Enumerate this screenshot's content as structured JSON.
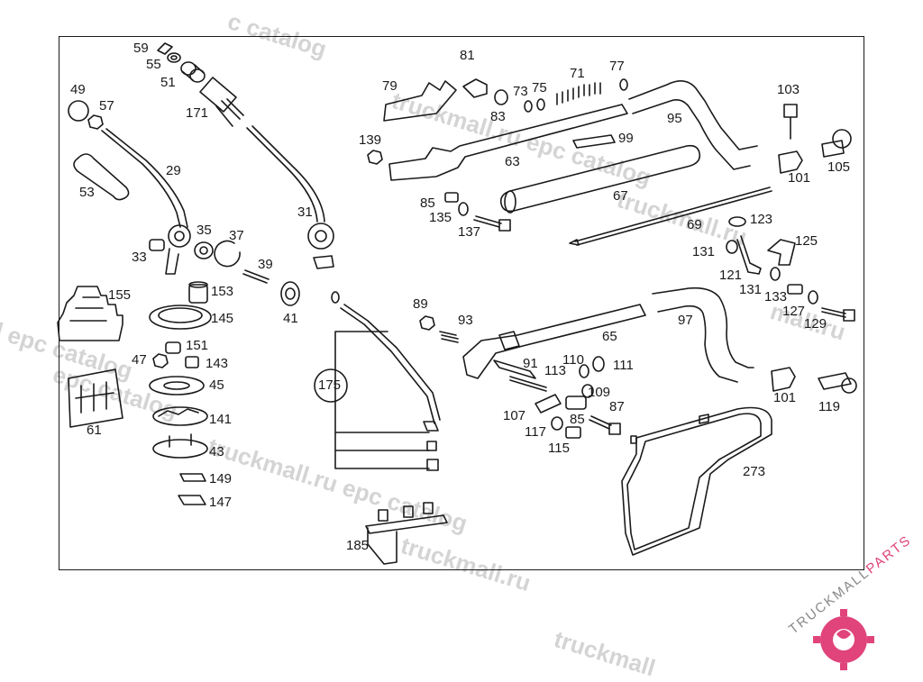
{
  "watermarks": [
    "c catalog",
    "truckmall.ru epc catalog",
    "l epc catalog",
    "truckmall.ru",
    "mall.ru",
    "epc catalog",
    "truckmall.ru epc catalog",
    "truckmall.ru e",
    "truckmall.ru",
    "truckmall"
  ],
  "logo": {
    "text_main": "TRUCKMALL",
    "text_accent": "PARTS",
    "accent_color": "#e0447a"
  },
  "callouts": {
    "c59": "59",
    "c55": "55",
    "c51": "51",
    "c171": "171",
    "c49": "49",
    "c57": "57",
    "c29": "29",
    "c53": "53",
    "c31": "31",
    "c35": "35",
    "c37": "37",
    "c33": "33",
    "c39": "39",
    "c41": "41",
    "c155": "155",
    "c153": "153",
    "c145": "145",
    "c151": "151",
    "c47": "47",
    "c143": "143",
    "c45": "45",
    "c61": "61",
    "c141": "141",
    "c43": "43",
    "c149": "149",
    "c147": "147",
    "c175": "175",
    "c185": "185",
    "c81": "81",
    "c79": "79",
    "c73": "73",
    "c75": "75",
    "c71": "71",
    "c77": "77",
    "c83": "83",
    "c95": "95",
    "c139": "139",
    "c63": "63",
    "c99": "99",
    "c103": "103",
    "c101a": "101",
    "c105": "105",
    "c85a": "85",
    "c135": "135",
    "c67": "67",
    "c137": "137",
    "c69": "69",
    "c123": "123",
    "c131a": "131",
    "c125": "125",
    "c121": "121",
    "c131b": "131",
    "c133": "133",
    "c127": "127",
    "c129": "129",
    "c97": "97",
    "c89": "89",
    "c93": "93",
    "c65": "65",
    "c91": "91",
    "c113": "113",
    "c110": "110",
    "c111": "111",
    "c109": "109",
    "c101b": "101",
    "c119": "119",
    "c107": "107",
    "c85b": "85",
    "c87": "87",
    "c117": "117",
    "c115": "115",
    "c273": "273"
  }
}
